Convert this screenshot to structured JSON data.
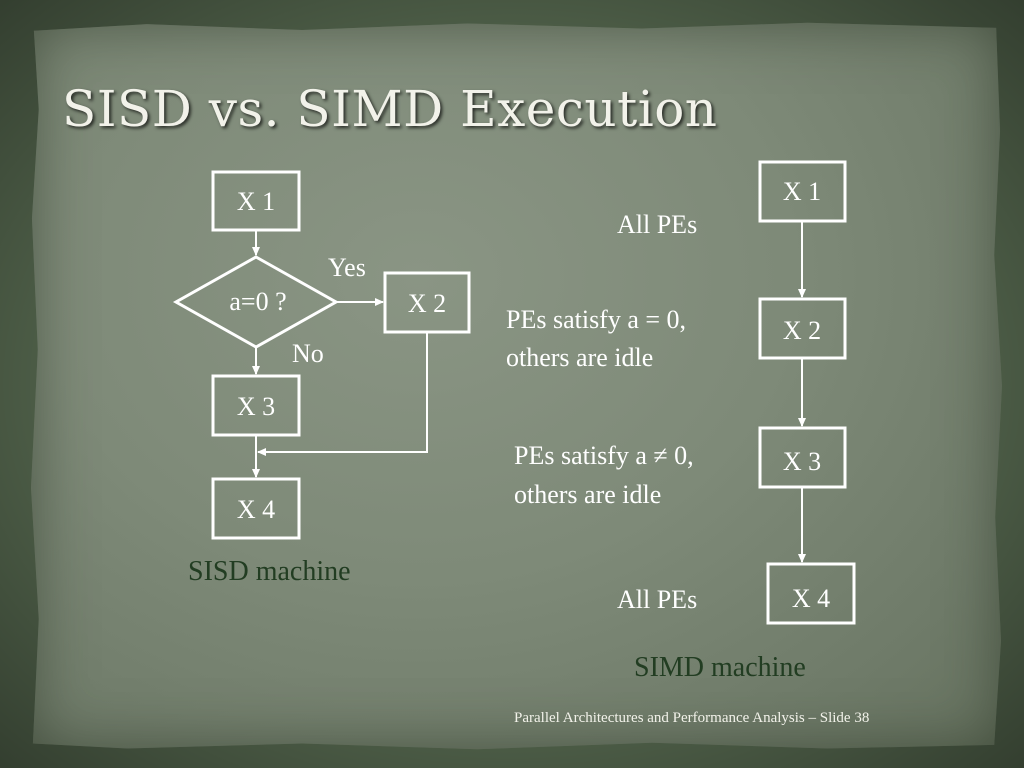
{
  "slide": {
    "title": "SISD vs. SIMD Execution",
    "footer": "Parallel Architectures and Performance Analysis – Slide  38"
  },
  "sisd": {
    "boxes": {
      "x1": "X 1",
      "x2": "X 2",
      "x3": "X 3",
      "x4": "X 4"
    },
    "decision": "a=0 ?",
    "yes_label": "Yes",
    "no_label": "No",
    "caption": "SISD machine"
  },
  "simd": {
    "boxes": {
      "x1": "X 1",
      "x2": "X 2",
      "x3": "X 3",
      "x4": "X 4"
    },
    "notes": {
      "all_pes_top": "All PEs",
      "pes_a_eq_0_line1": "PEs satisfy a = 0,",
      "pes_a_eq_0_line2": "others are idle",
      "pes_a_ne_0_line1": "PEs satisfy a ≠ 0,",
      "pes_a_ne_0_line2": "others are idle",
      "all_pes_bottom": "All PEs"
    },
    "caption": "SIMD machine"
  },
  "colors": {
    "stroke": "#ffffff",
    "caption": "#223d22",
    "text": "#ffffff"
  }
}
